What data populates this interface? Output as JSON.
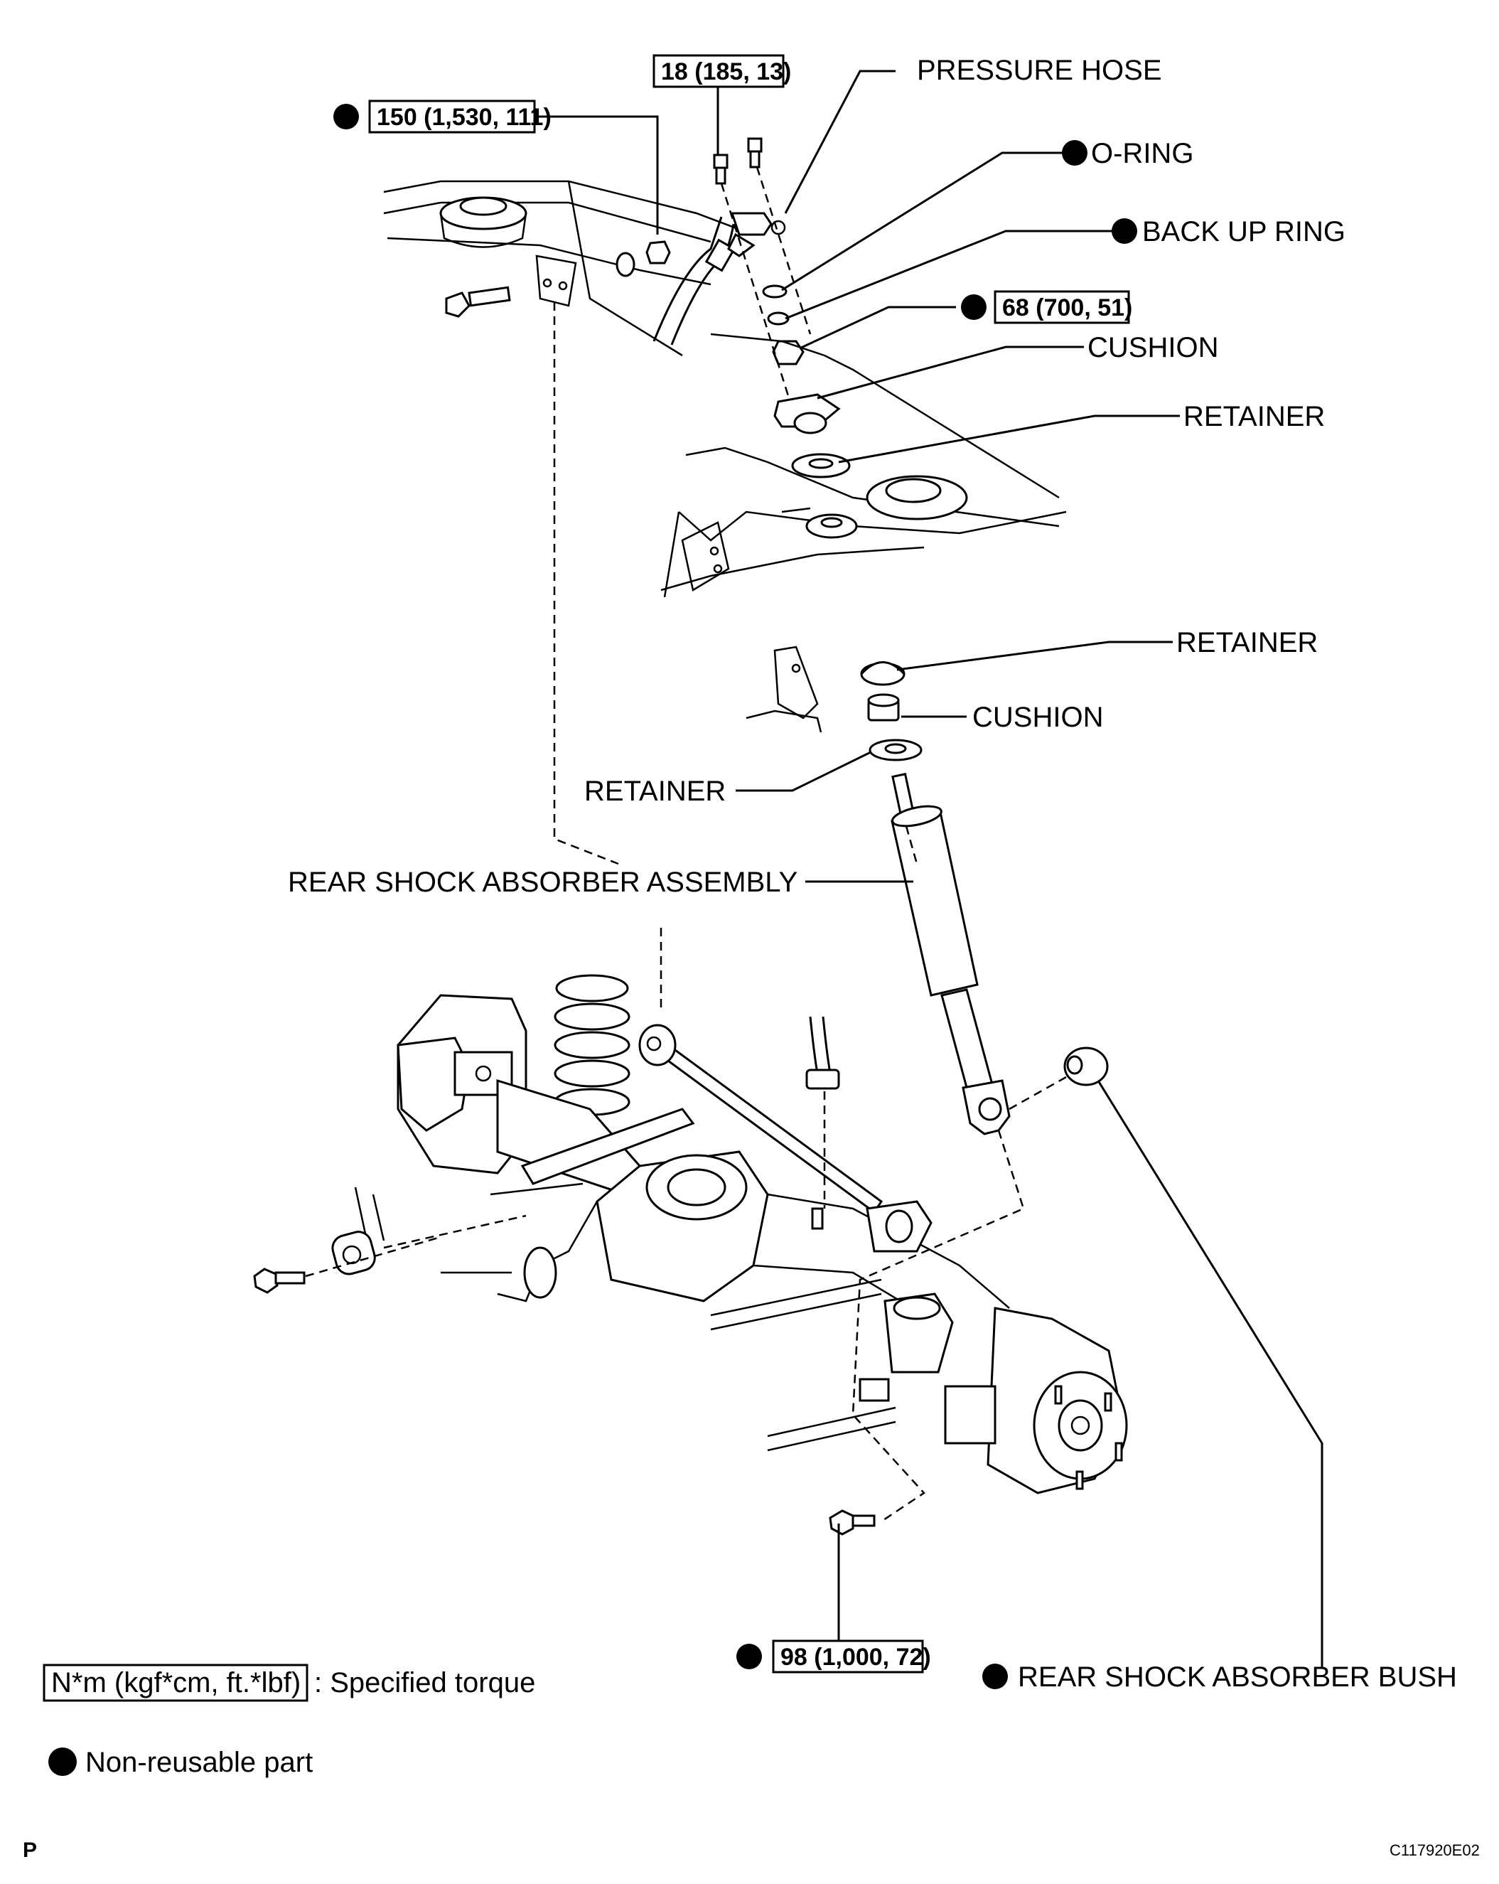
{
  "labels": {
    "pressure_hose": "PRESSURE HOSE",
    "o_ring": "O-RING",
    "back_up_ring": "BACK UP RING",
    "cushion_upper": "CUSHION",
    "retainer_1": "RETAINER",
    "retainer_2": "RETAINER",
    "cushion_lower": "CUSHION",
    "retainer_3": "RETAINER",
    "rear_shock_absorber_assembly": "REAR SHOCK ABSORBER ASSEMBLY",
    "rear_shock_absorber_bush": "REAR SHOCK ABSORBER BUSH"
  },
  "torques": {
    "hose_bolt": "18 (185, 13)",
    "upper_bolt": "150 (1,530, 111)",
    "upper_nut": "68 (700, 51)",
    "lower_bolt": "98 (1,000, 72)"
  },
  "legend": {
    "torque_unit": "N*m (kgf*cm, ft.*lbf)",
    "torque_desc": ": Specified torque",
    "nonreusable": "Non-reusable part"
  },
  "footer": {
    "page_letter": "P",
    "figure_code": "C117920E02"
  },
  "colors": {
    "ink": "#000000",
    "paper": "#ffffff"
  },
  "icons": {
    "non_reusable_marker": "filled-circle"
  }
}
